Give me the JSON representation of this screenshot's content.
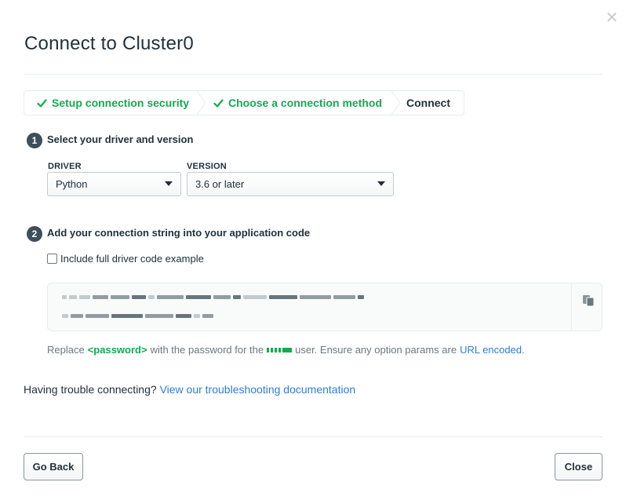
{
  "modal": {
    "title": "Connect to Cluster0",
    "close_icon": "close-icon"
  },
  "steps": [
    {
      "label": "Setup connection security",
      "status": "done"
    },
    {
      "label": "Choose a connection method",
      "status": "done"
    },
    {
      "label": "Connect",
      "status": "current"
    }
  ],
  "section1": {
    "number": "1",
    "title": "Select your driver and version",
    "driver": {
      "label": "DRIVER",
      "value": "Python"
    },
    "version": {
      "label": "VERSION",
      "value": "3.6 or later"
    }
  },
  "section2": {
    "number": "2",
    "title": "Add your connection string into your application code",
    "checkbox_label": "Include full driver code example",
    "checkbox_checked": false,
    "copy_icon": "copy-icon",
    "note": {
      "prefix": "Replace",
      "placeholder": "<password>",
      "middle": "with the password for the",
      "suffix": "user. Ensure any option params are",
      "link": "URL encoded",
      "end": "."
    }
  },
  "help": {
    "text": "Having trouble connecting?",
    "link": "View our troubleshooting documentation"
  },
  "footer": {
    "back_label": "Go Back",
    "close_label": "Close"
  },
  "colors": {
    "success": "#13aa52",
    "link": "#2f7dd6",
    "text": "#21313c",
    "muted": "#6b7880",
    "border": "#e7eeec"
  }
}
